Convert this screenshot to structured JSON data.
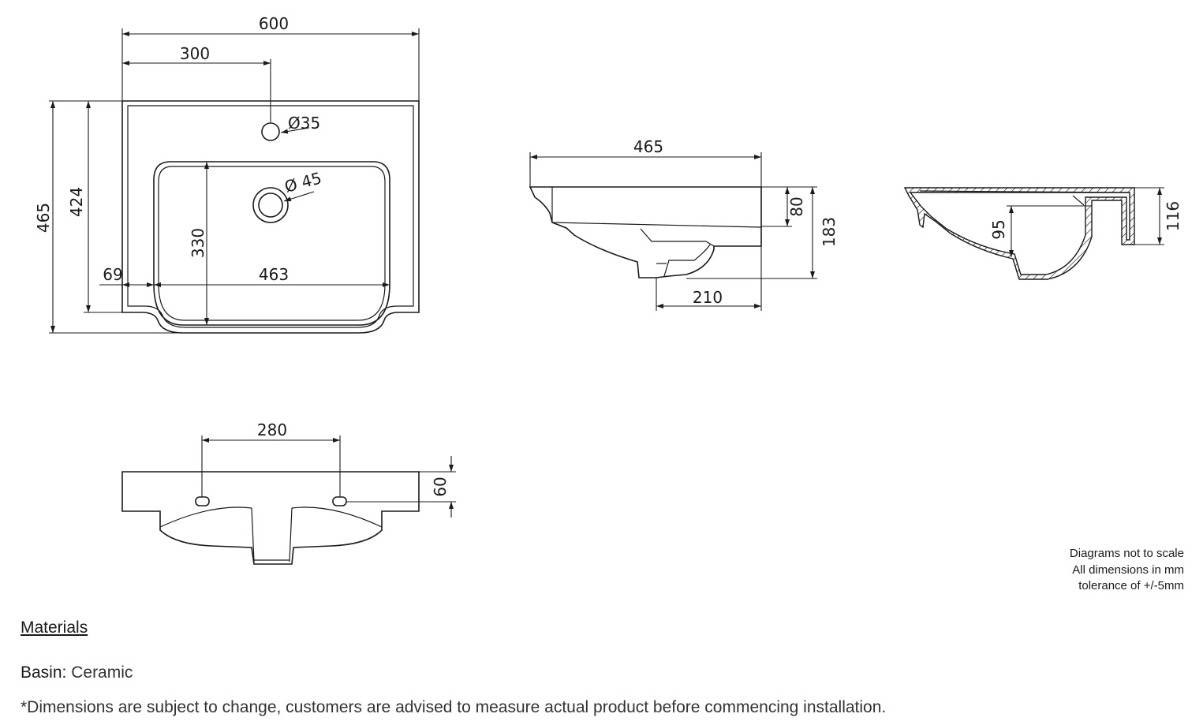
{
  "dimensions": {
    "top_view": {
      "width": "600",
      "tap_offset": "300",
      "tap_hole": "Ø35",
      "waste_hole": "Ø 45",
      "depth": "465",
      "inner_depth": "424",
      "bowl_depth": "330",
      "edge_offset": "69",
      "bowl_width": "463"
    },
    "side_view": {
      "depth": "465",
      "rim_height": "80",
      "total_height": "183",
      "waste_offset": "210"
    },
    "section_view": {
      "bowl_height": "95",
      "total_height": "116"
    },
    "front_view": {
      "fixing_centres": "280",
      "fixing_height": "60"
    }
  },
  "notes": [
    "Diagrams not to scale",
    "All dimensions in mm",
    "tolerance of +/-5mm"
  ],
  "materials": {
    "heading": "Materials",
    "basin_label": "Basin:",
    "basin_value": "Ceramic"
  },
  "disclaimer": "*Dimensions are subject to change, customers are advised to measure actual product before commencing installation."
}
